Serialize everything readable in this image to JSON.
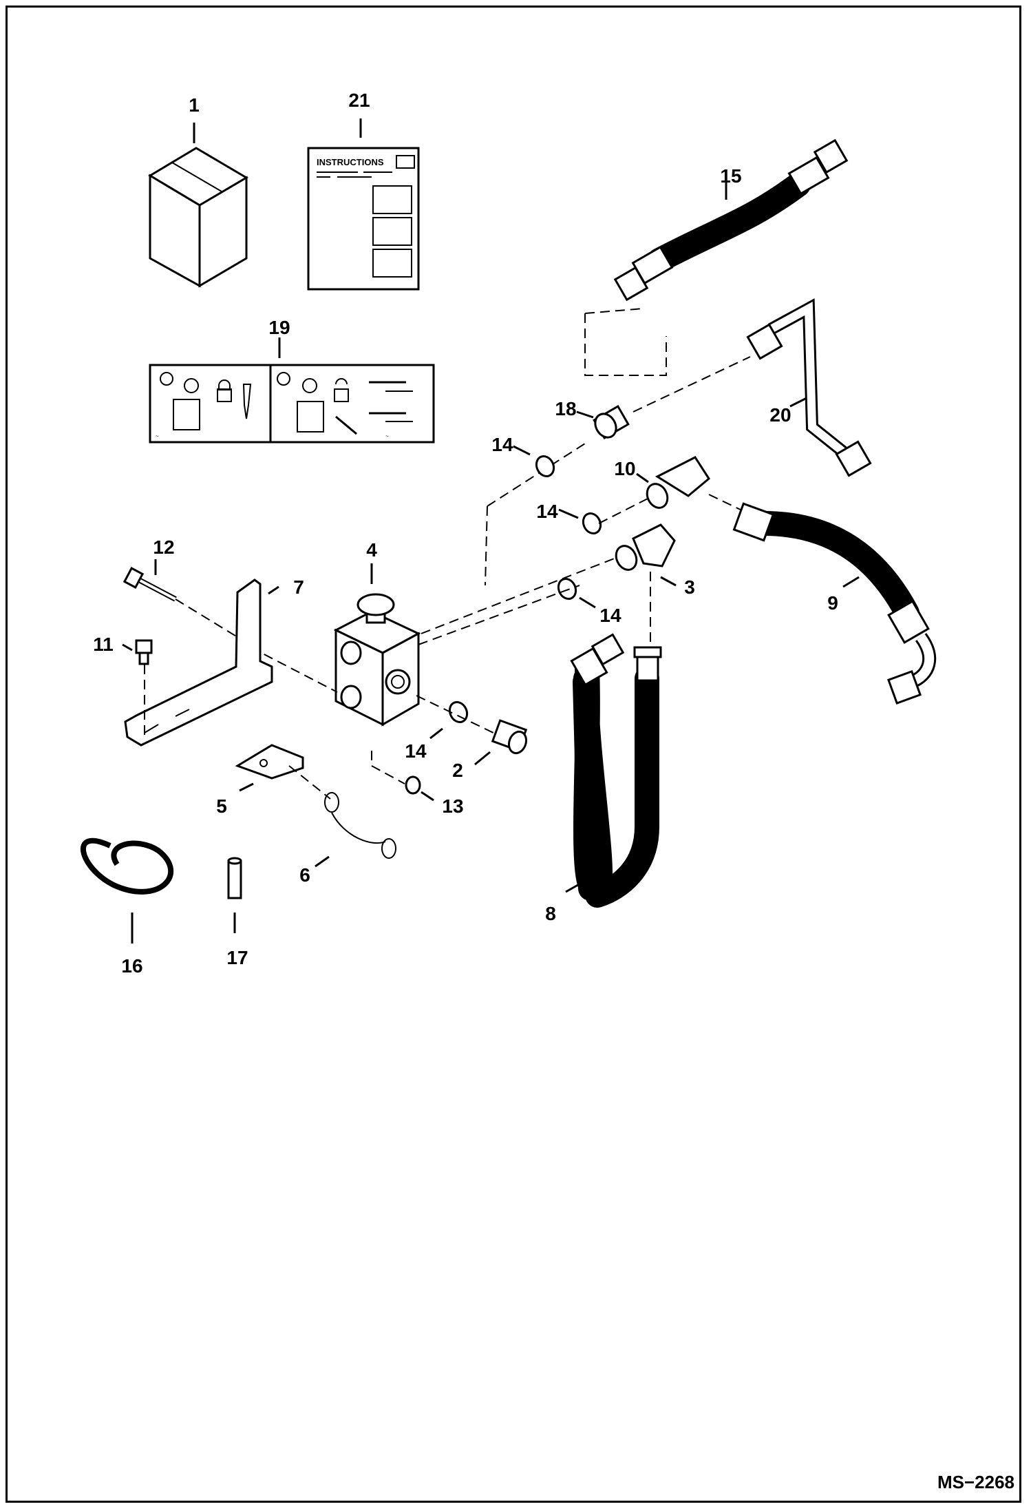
{
  "drawing_id": "MS−2268",
  "decal_text": {
    "instructions": "INSTRUCTIONS"
  },
  "callouts": {
    "c1": "1",
    "c2": "2",
    "c3": "3",
    "c4": "4",
    "c5": "5",
    "c6": "6",
    "c7": "7",
    "c8": "8",
    "c9": "9",
    "c10": "10",
    "c11": "11",
    "c12": "12",
    "c13": "13",
    "c14a": "14",
    "c14b": "14",
    "c14c": "14",
    "c14d": "14",
    "c15": "15",
    "c16": "16",
    "c17": "17",
    "c18": "18",
    "c19": "19",
    "c20": "20",
    "c21": "21"
  }
}
